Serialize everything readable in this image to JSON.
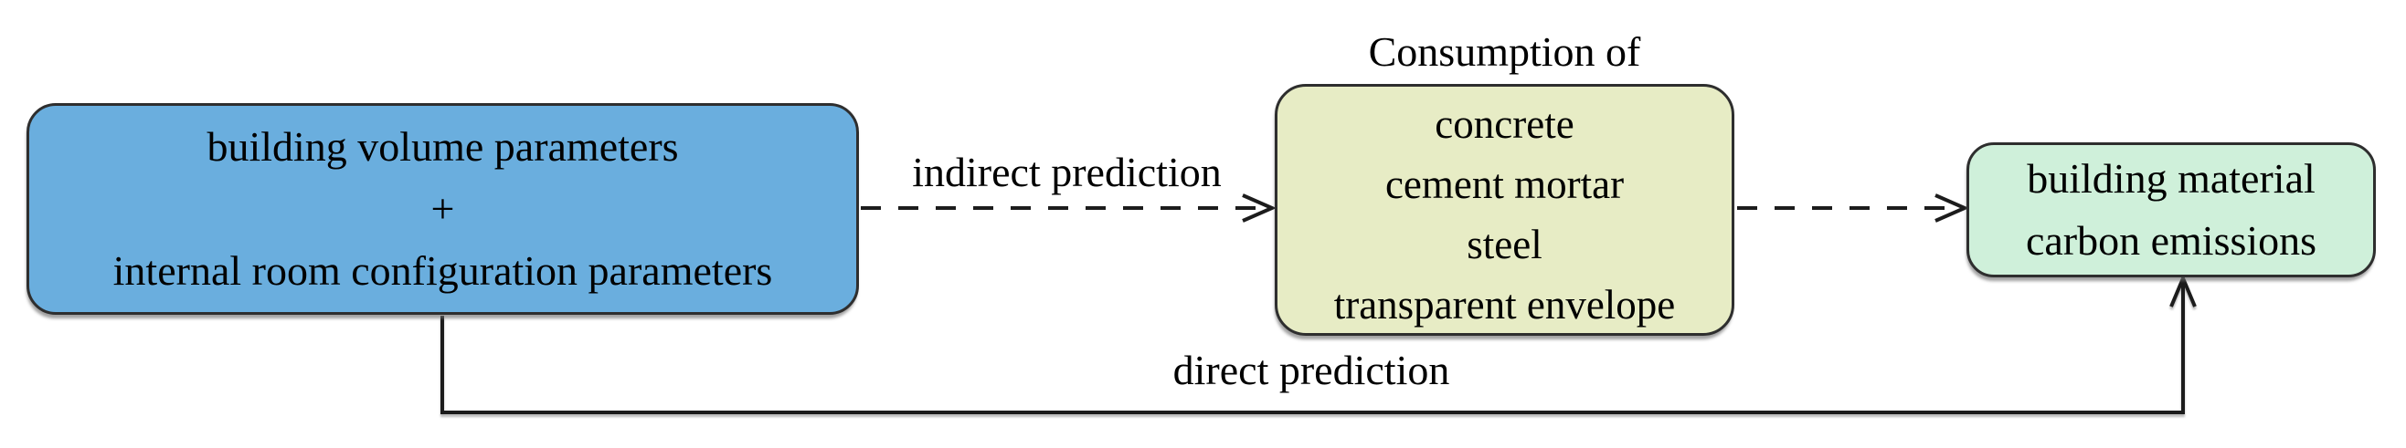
{
  "figure": {
    "boxes": {
      "inputs": {
        "lines": [
          "building volume parameters",
          "+",
          "internal room configuration parameters"
        ],
        "fill": "#6aaede"
      },
      "consumption": {
        "title": "Consumption of",
        "items": [
          "concrete",
          "cement mortar",
          "steel",
          "transparent envelope"
        ],
        "fill": "#e7ecc5"
      },
      "output": {
        "lines": [
          "building material",
          "carbon emissions"
        ],
        "fill": "#cff0da"
      }
    },
    "arrows": {
      "indirect": {
        "label": "indirect prediction",
        "style": "dashed"
      },
      "direct": {
        "label": "direct prediction",
        "style": "solid"
      }
    },
    "colors": {
      "border": "#2e2e2e",
      "line": "#1c1c1c",
      "background": "#ffffff",
      "text": "#000000"
    }
  }
}
